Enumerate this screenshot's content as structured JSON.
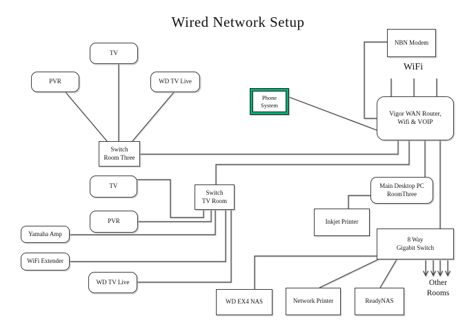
{
  "title": "Wired Network Setup",
  "labels": {
    "wifi": "WiFi",
    "other_rooms": "Other\nRooms"
  },
  "colors": {
    "phone_frame": "#00AF76",
    "line": "#3f3f3f"
  },
  "nodes": {
    "nbn_modem": "NBN Modem",
    "router": "Vigor WAN Router,\nWifi & VOIP",
    "phone_system": "Phone\nSystem",
    "tv_top": "TV",
    "pvr_top": "PVR",
    "wd_tv_live_top": "WD TV Live",
    "switch_room_three": "Switch\nRoom Three",
    "tv_mid": "TV",
    "pvr_mid": "PVR",
    "yamaha_amp": "Yamaha Amp",
    "wifi_extender": "WiFi Extender",
    "wd_tv_live_mid": "WD TV Live",
    "switch_tv_room": "Switch\nTV Room",
    "main_desktop_pc": "Main Desktop PC\nRoomThree",
    "inkjet_printer": "Inkjet Printer",
    "gigabit_switch": "8 Way\nGigabit Switch",
    "wd_ex4_nas": "WD EX4 NAS",
    "network_printer": "Network Printer",
    "readynas": "ReadyNAS"
  }
}
